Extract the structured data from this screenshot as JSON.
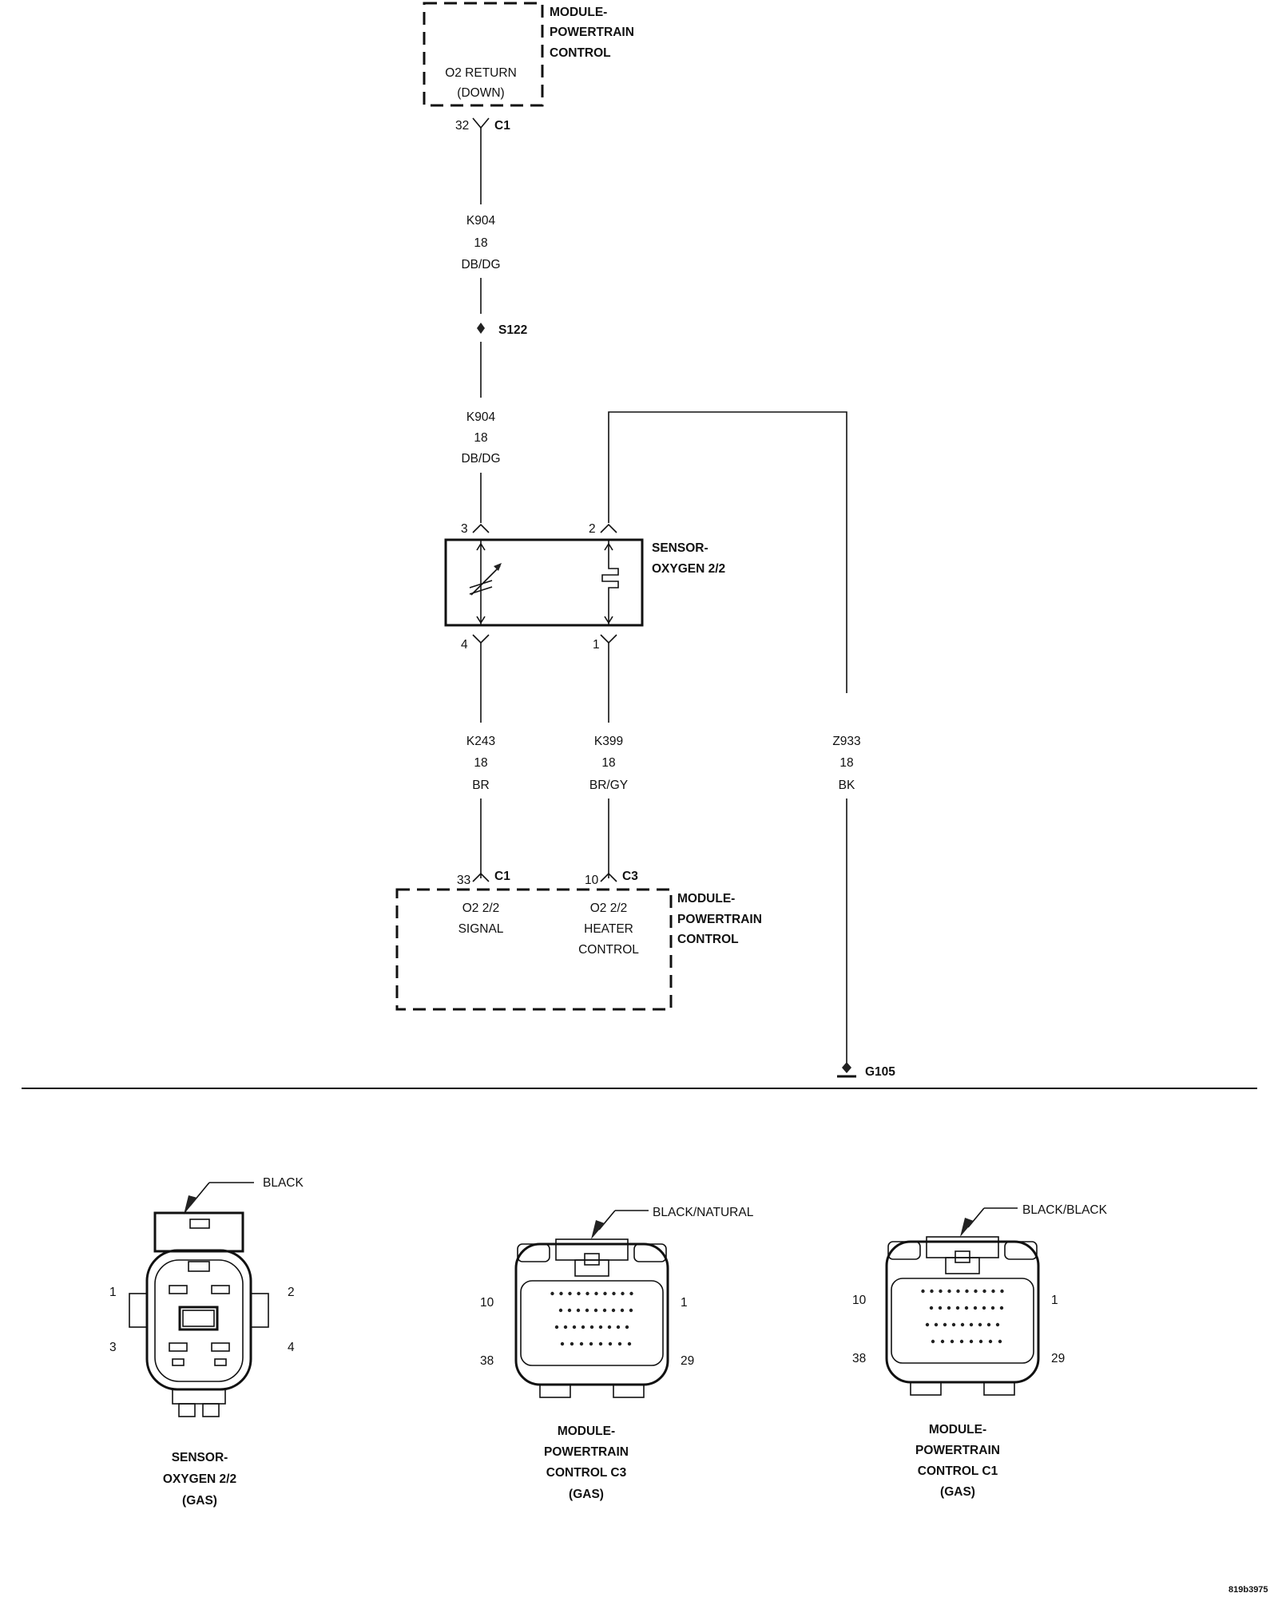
{
  "modules": {
    "pcm_top": {
      "name": [
        "MODULE-",
        "POWERTRAIN",
        "CONTROL"
      ],
      "func": [
        "O2 RETURN",
        "(DOWN)"
      ]
    },
    "pcm_bottom": {
      "name": [
        "MODULE-",
        "POWERTRAIN",
        "CONTROL"
      ],
      "signal": [
        "O2 2/2",
        "SIGNAL"
      ],
      "heater": [
        "O2 2/2",
        "HEATER",
        "CONTROL"
      ]
    }
  },
  "sensor": {
    "name": [
      "SENSOR-",
      "OXYGEN 2/2"
    ]
  },
  "pins": {
    "top_pcm": "32",
    "top_pcm_conn": "C1",
    "s3": "3",
    "s2": "2",
    "s4": "4",
    "s1": "1",
    "sig": "33",
    "sig_conn": "C1",
    "heat": "10",
    "heat_conn": "C3"
  },
  "splice": "S122",
  "ground": "G105",
  "wires": {
    "k904a": [
      "K904",
      "18",
      "DB/DG"
    ],
    "k904b": [
      "K904",
      "18",
      "DB/DG"
    ],
    "k243": [
      "K243",
      "18",
      "BR"
    ],
    "k399": [
      "K399",
      "18",
      "BR/GY"
    ],
    "z933": [
      "Z933",
      "18",
      "BK"
    ]
  },
  "connectors": {
    "sensor": {
      "color": "BLACK",
      "pins": [
        "1",
        "2",
        "3",
        "4"
      ],
      "title": [
        "SENSOR-",
        "OXYGEN 2/2",
        "(GAS)"
      ]
    },
    "c3": {
      "color": "BLACK/NATURAL",
      "pins": [
        "10",
        "1",
        "38",
        "29"
      ],
      "title": [
        "MODULE-",
        "POWERTRAIN",
        "CONTROL C3",
        "(GAS)"
      ]
    },
    "c1": {
      "color": "BLACK/BLACK",
      "pins": [
        "10",
        "1",
        "38",
        "29"
      ],
      "title": [
        "MODULE-",
        "POWERTRAIN",
        "CONTROL C1",
        "(GAS)"
      ]
    }
  },
  "doc_id": "819b3975"
}
